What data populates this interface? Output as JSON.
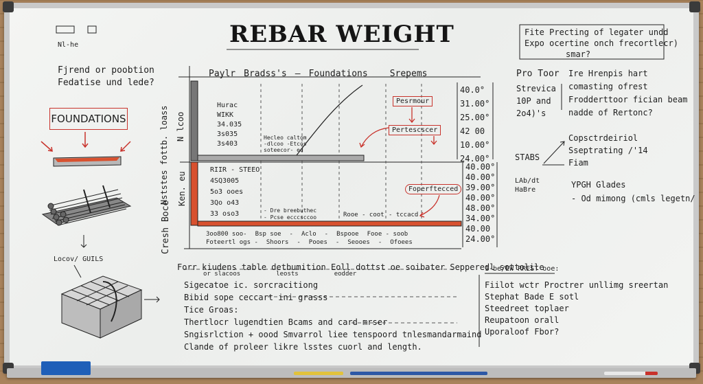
{
  "title": "REBAR WEIGHT",
  "top_left_note": "Nl-he",
  "left": {
    "intro": [
      "Fjrend or poobtion",
      "Fedatise und lede?"
    ],
    "foundations_label": "FOUNDATIONS",
    "bundle_label": "Locov/ GUILS"
  },
  "chart": {
    "heading": [
      "Paylr",
      "Bradss's",
      "–",
      "Foundations",
      "Srepems"
    ],
    "left_axis_top": "N  lcoo",
    "left_axis_mid": "Nststes fottb. loass",
    "left_axis_lower": "Ken. eu",
    "left_axis_bottom": "Cresh Boce",
    "upper_list": [
      "Hurac",
      "WIKK",
      "34.035",
      "3s035",
      "3s403"
    ],
    "upper_note": [
      "Hecleo caltom",
      "-dlcoo -Etcos",
      "soteecor- ed"
    ],
    "mid_list": [
      "RIIR - STEEO",
      "4SQ3005",
      "5o3 ooes",
      "3Qo o43",
      "33 oso3"
    ],
    "mid_notes": [
      "- Dre breebuthec",
      "- Pcse ecccsccoo",
      "Rooe - coot",
      "- tccacd"
    ],
    "bottom_row_1": [
      "3oo800 soo-",
      "Bsp soe",
      "-",
      "Aclo",
      "-",
      "Bspooe",
      "Fooe - soob"
    ],
    "bottom_row_2": [
      "Foteertl ogs -",
      "Shoors",
      "-",
      "Pooes",
      "-",
      "Seooes",
      "-",
      "Ofoees"
    ],
    "box_1": "Pesrmour",
    "box_2": "Pertescscer",
    "box_3": "Foperftecced",
    "scale_upper": [
      "40.0°",
      "31.00°",
      "25.00°",
      "42 00",
      "10.00°",
      "24.00°"
    ],
    "scale_lower": [
      "40.00°",
      "40.00°",
      "39.00°",
      "40.00°",
      "48.00°",
      "34.00°",
      "40.00",
      "24.00°"
    ]
  },
  "right": {
    "box_note": [
      "Fite Precting of legater undd",
      "Expo ocertine onch frecortlecr)",
      "smar?"
    ],
    "pro_tip_label": "Pro Toor",
    "pro_tip_left": [
      "Strevica",
      "10P and",
      "2o4)'s"
    ],
    "pro_tip_right": [
      "Ire Hrenpis hart",
      "comasting ofrest",
      "Frodderttoor fician beam",
      "nadde of Rertonc?"
    ],
    "stabs_label": "STABS",
    "stabs_text": [
      "Copsctrdeiriol",
      "Sseptrating /'14",
      "Fiam"
    ],
    "lab_label": [
      "LAb/dt",
      "HaBre"
    ],
    "lab_text": [
      "YPGH Glades",
      "- Od mimong (cmls legetn/"
    ]
  },
  "bottom": {
    "heading": "Forr kiudens table detbumition Eoll dottst oe soibater Sepperedl sottolile",
    "sub": [
      "or slacoos",
      "leosts",
      "eodder"
    ],
    "lines": [
      "Sigecatoe ic. sorcracitiong",
      "Bibid sope ceccart ini grasss",
      "Tice Groas:",
      "Thertlocr lugendtien Bcams and card mrser",
      "Sngisrlction + oood Smvarrol liee tenspoord tnlesmandarmaind",
      "Clande of proleer likre lsstes cuorl and length."
    ],
    "right_heading": "1-be/EW RREST ooe:",
    "right_lines": [
      "Fiilot wctr Proctrer unllimg sreertan",
      "Stephat Bade E sotl",
      "Steedreet toplaer",
      "Reupatoon orall",
      "Uporaloof Fbor?"
    ]
  }
}
